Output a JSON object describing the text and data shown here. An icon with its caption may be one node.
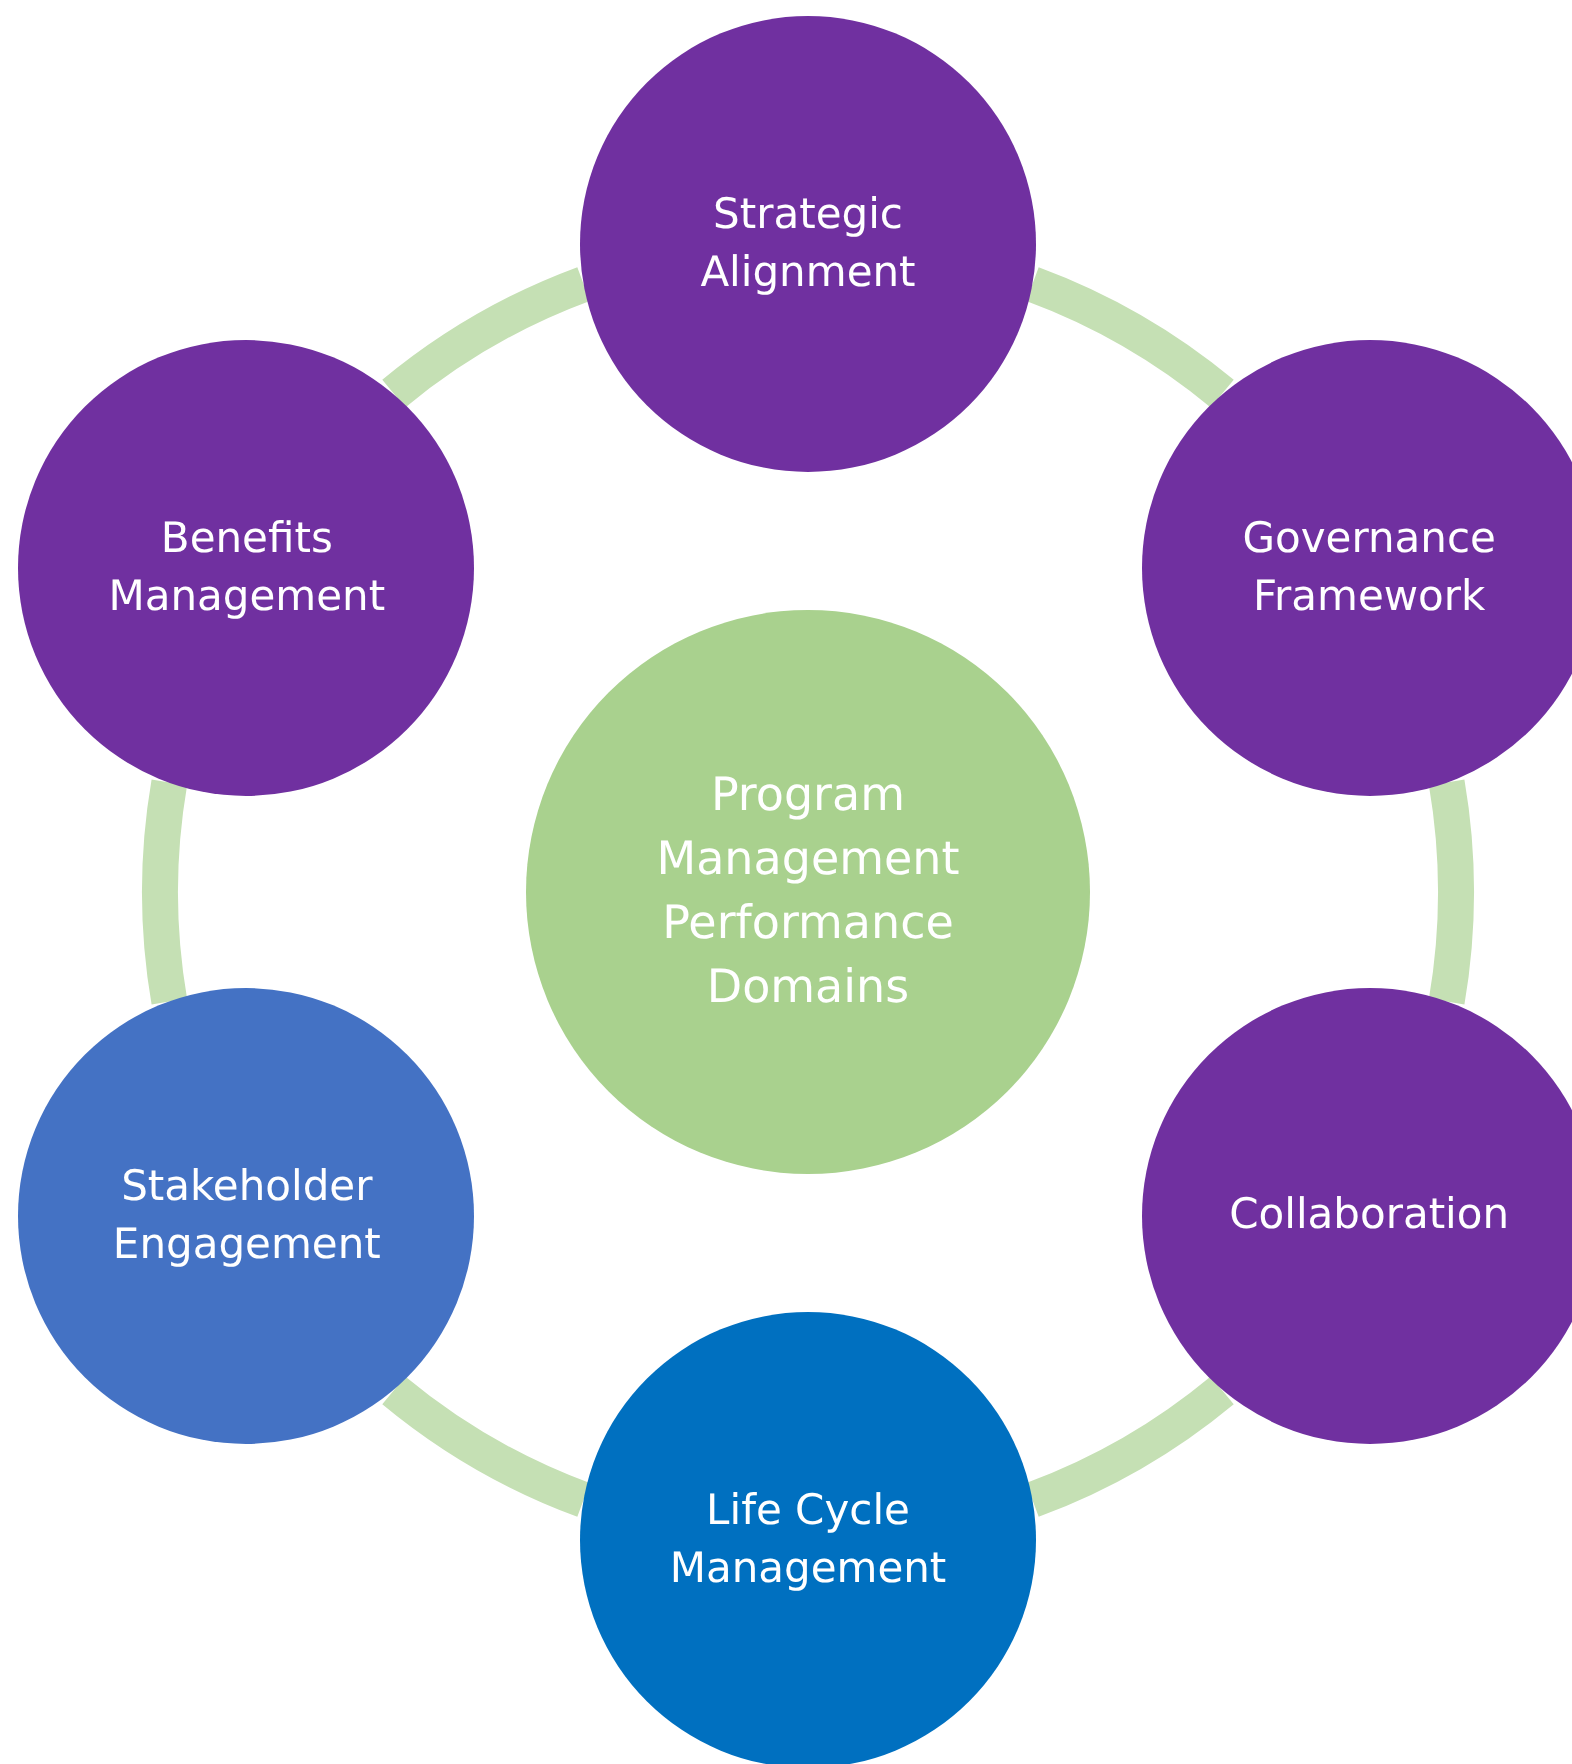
{
  "diagram": {
    "nodes": [
      {
        "text": [
          "Program Management Performance Domains"
        ]
      },
      {
        "text": [
          "Strategic Alignment"
        ]
      },
      {
        "text": [
          "Governance Framework"
        ]
      },
      {
        "text": [
          "Collaboration"
        ]
      },
      {
        "text": [
          "Life Cycle Management"
        ]
      },
      {
        "text": [
          "Stakeholder Engagement"
        ]
      },
      {
        "text": [
          "Benefits Management"
        ]
      }
    ],
    "edges": [
      {
        "from": 1,
        "to": 2,
        "arrow": "none"
      },
      {
        "from": 2,
        "to": 3,
        "arrow": "none"
      },
      {
        "from": 3,
        "to": 4,
        "arrow": "none"
      },
      {
        "from": 4,
        "to": 5,
        "arrow": "none"
      },
      {
        "from": 5,
        "to": 6,
        "arrow": "none"
      },
      {
        "from": 6,
        "to": 1,
        "arrow": "none"
      }
    ]
  }
}
